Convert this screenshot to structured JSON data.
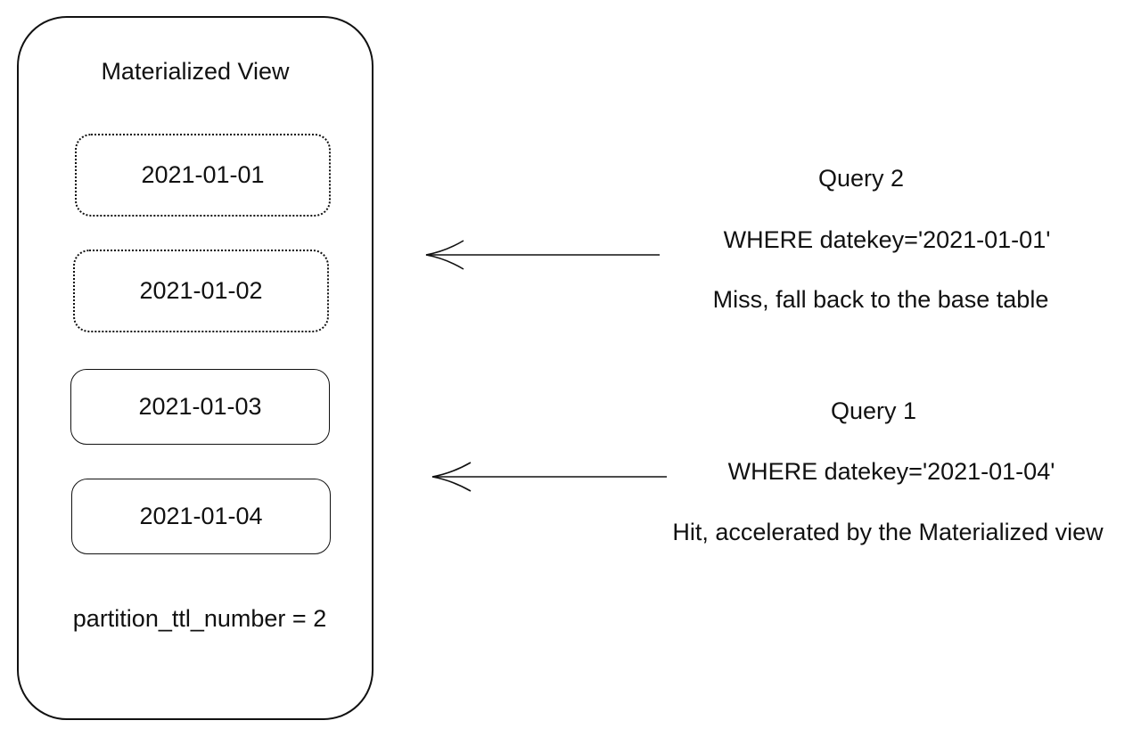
{
  "materialized_view": {
    "title": "Materialized View",
    "partitions": [
      {
        "label": "2021-01-01",
        "status": "expired"
      },
      {
        "label": "2021-01-02",
        "status": "expired"
      },
      {
        "label": "2021-01-03",
        "status": "active"
      },
      {
        "label": "2021-01-04",
        "status": "active"
      }
    ],
    "ttl_label": "partition_ttl_number = 2"
  },
  "queries": [
    {
      "title": "Query 2",
      "condition": "WHERE datekey='2021-01-01'",
      "result": "Miss, fall back to the base table"
    },
    {
      "title": "Query 1",
      "condition": "WHERE datekey='2021-01-04'",
      "result": "Hit, accelerated by the Materialized view"
    }
  ]
}
